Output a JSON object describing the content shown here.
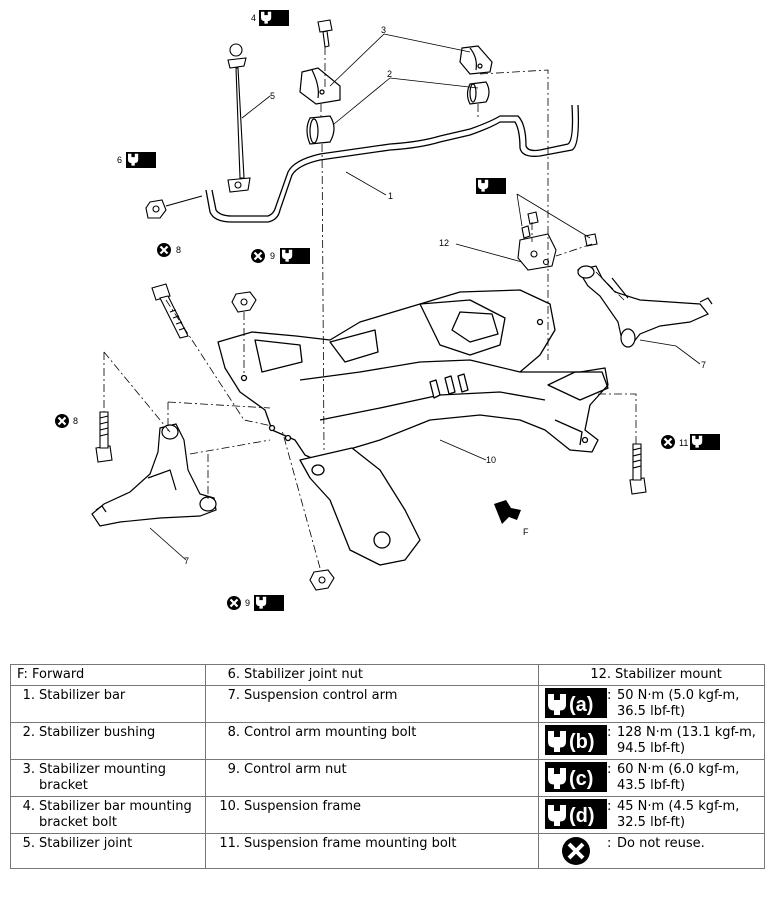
{
  "diagram": {
    "callouts": {
      "c1": "1",
      "c2": "2",
      "c3": "3",
      "c4": "4",
      "c5": "5",
      "c6": "6",
      "c7a": "7",
      "c7b": "7",
      "c8a": "8",
      "c8b": "8",
      "c9a": "9",
      "c9b": "9",
      "c10": "10",
      "c11": "11",
      "c12": "12"
    },
    "torque_badges": {
      "a": "(a)",
      "b": "(b)",
      "c": "(c)",
      "d": "(d)"
    },
    "forward_label": "F"
  },
  "legend": {
    "rows": [
      [
        {
          "text": "F: Forward"
        },
        {
          "num": "6.",
          "text": "Stabilizer joint nut"
        },
        {
          "num": "12.",
          "text": "Stabilizer mount"
        }
      ],
      [
        {
          "num": "1.",
          "text": "Stabilizer bar"
        },
        {
          "num": "7.",
          "text": "Suspension control arm"
        },
        {
          "sym": "(a)",
          "text": "50 N·m (5.0 kgf-m, 36.5 lbf-ft)"
        }
      ],
      [
        {
          "num": "2.",
          "text": "Stabilizer bushing"
        },
        {
          "num": "8.",
          "text": "Control arm mounting bolt"
        },
        {
          "sym": "(b)",
          "text": "128 N·m (13.1 kgf-m, 94.5 lbf-ft)"
        }
      ],
      [
        {
          "num": "3.",
          "text": "Stabilizer mounting bracket"
        },
        {
          "num": "9.",
          "text": "Control arm nut"
        },
        {
          "sym": "(c)",
          "text": "60 N·m (6.0 kgf-m, 43.5 lbf-ft)"
        }
      ],
      [
        {
          "num": "4.",
          "text": "Stabilizer bar mounting bracket bolt"
        },
        {
          "num": "10.",
          "text": "Suspension frame"
        },
        {
          "sym": "(d)",
          "text": "45 N·m (4.5 kgf-m, 32.5 lbf-ft)"
        }
      ],
      [
        {
          "num": "5.",
          "text": "Stabilizer joint"
        },
        {
          "num": "11.",
          "text": "Suspension frame mounting bolt"
        },
        {
          "text": "Do not reuse."
        }
      ]
    ],
    "colon": ":"
  }
}
